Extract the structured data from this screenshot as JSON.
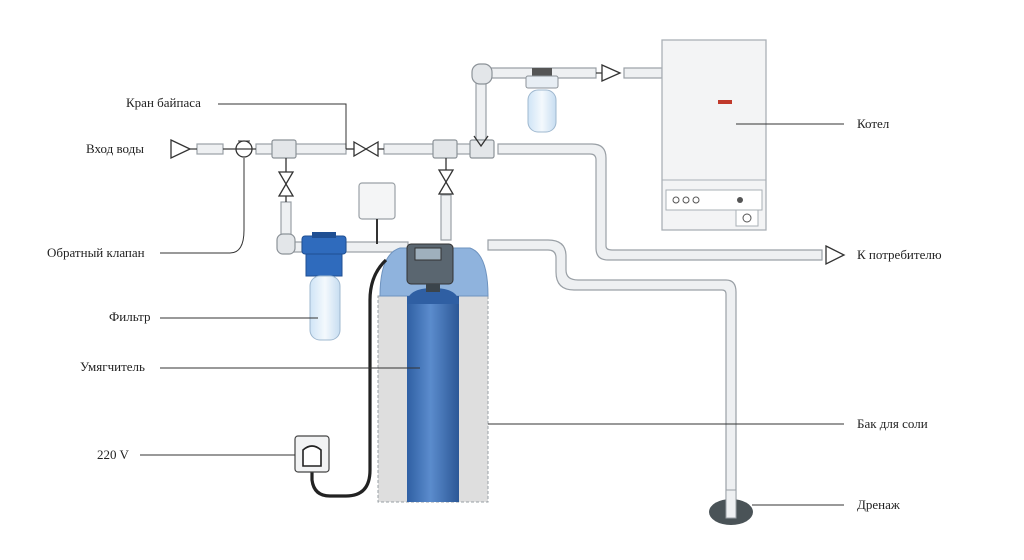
{
  "labels": {
    "bypass_valve": "Кран байпаса",
    "water_inlet": "Вход воды",
    "check_valve": "Обратный клапан",
    "filter": "Фильтр",
    "softener": "Умягчитель",
    "power": "220 V",
    "boiler": "Котел",
    "to_consumer": "К потребителю",
    "salt_tank": "Бак для соли",
    "drain": "Дренаж"
  },
  "colors": {
    "pipe_fill": "#eef0f2",
    "pipe_stroke": "#9aa0a6",
    "softener_blue": "#3d6fb6",
    "tank_top_blue": "#8fb3dd",
    "salt_tank_gray": "#dcdcdc",
    "drain_dark": "#4a5357",
    "leader_line": "#333333"
  }
}
